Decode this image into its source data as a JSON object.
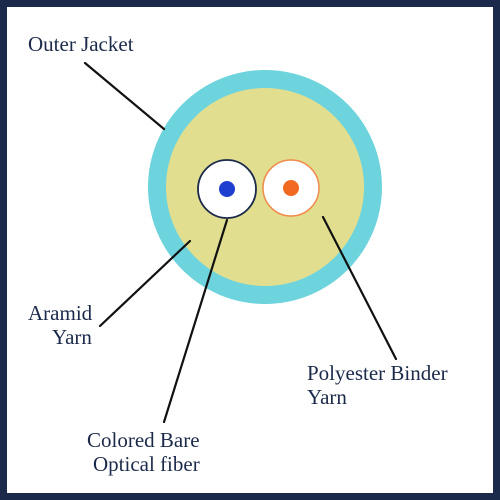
{
  "labels": {
    "outer_jacket": "Outer Jacket",
    "aramid_yarn": [
      "Aramid",
      "Yarn"
    ],
    "polyester_binder_yarn": [
      "Polyester Binder",
      "Yarn"
    ],
    "colored_bare_optical_fiber": [
      "Colored Bare",
      "Optical fiber"
    ]
  },
  "colors": {
    "frame": "#1b2a4a",
    "outer_jacket": "#6dd3dc",
    "aramid_yarn": "#e1df8f",
    "fiber_core": "#1f3fd0",
    "binder_core": "#f26a21",
    "binder_ring": "#f08a4b",
    "fiber_ring": "#1b2a4a",
    "leader_line": "#111111"
  }
}
